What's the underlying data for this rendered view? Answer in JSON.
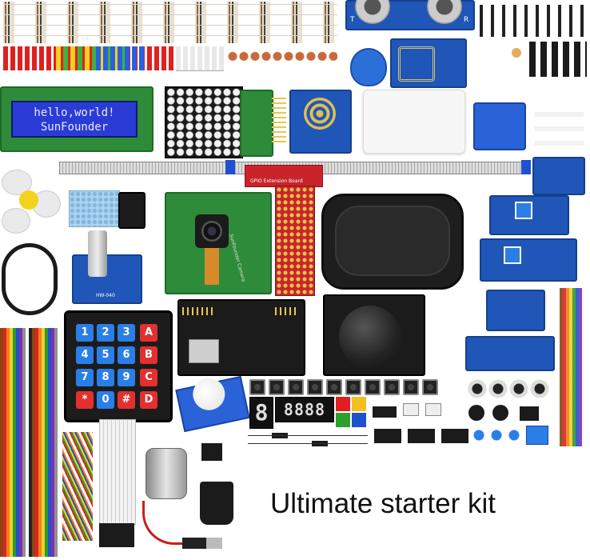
{
  "caption": "Ultimate starter kit",
  "lcd": {
    "line1": "hello,world!",
    "line2": "SunFounder"
  },
  "keypad": {
    "rows": [
      [
        "1",
        "2",
        "3",
        "A"
      ],
      [
        "4",
        "5",
        "6",
        "B"
      ],
      [
        "7",
        "8",
        "9",
        "C"
      ],
      [
        "*",
        "0",
        "#",
        "D"
      ]
    ]
  },
  "seven_segment": {
    "single": "8",
    "quad": "8888"
  },
  "ultrasonic": {
    "left_label": "T",
    "right_label": "R"
  },
  "gpio_board": {
    "label": "GPIO Extension Board"
  },
  "camera_board": {
    "label": "SunFounder Camera"
  },
  "rotary_encoder": {
    "label": "HW-040"
  },
  "colors": {
    "pcb_blue": "#1f56b8",
    "pcb_green": "#2e8b3a",
    "pcb_black": "#1b1b1b",
    "pcb_red": "#c8242a",
    "lcd_screen": "#2b3bd6",
    "rfid_tag": "#2b6fd8",
    "caption_text": "#111111"
  }
}
